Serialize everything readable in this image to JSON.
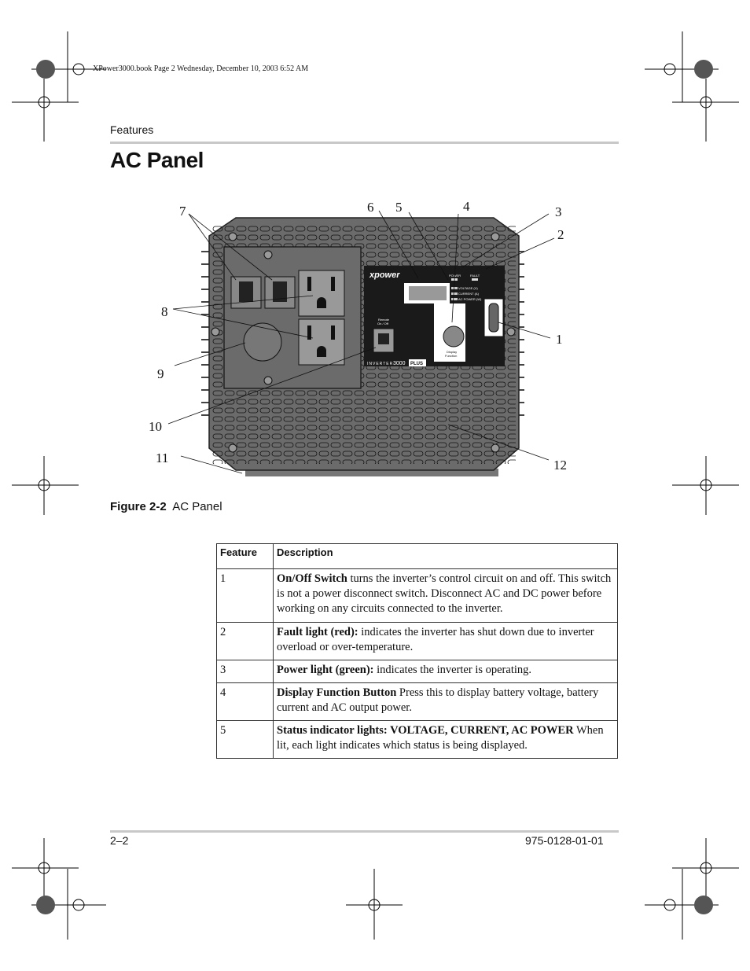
{
  "print_header": "XPower3000.book  Page 2  Wednesday, December 10, 2003  6:52 AM",
  "section_label": "Features",
  "page_title": "AC Panel",
  "figure": {
    "callouts": [
      "1",
      "2",
      "3",
      "4",
      "5",
      "6",
      "7",
      "8",
      "9",
      "10",
      "11",
      "12"
    ],
    "panel_text": {
      "brand": "xpower",
      "power": "POWER",
      "fault": "FAULT",
      "voltage": "VOLTAGE (V)",
      "current": "CURRENT (A)",
      "ac_power": "AC POWER (W)",
      "remote": "Remote",
      "on_off": "On / Off",
      "display": "Display",
      "function": "Function",
      "model": "INVERTER",
      "model_num": "3000",
      "plus": "PLUS"
    },
    "caption_label": "Figure 2-2",
    "caption_text": "AC Panel"
  },
  "table": {
    "headers": [
      "Feature",
      "Description"
    ],
    "rows": [
      {
        "num": "1",
        "bold": "On/Off Switch",
        "text": " turns the inverter’s control circuit on and off. This switch is not a power disconnect switch. Disconnect AC and DC power before working on any circuits connected to the inverter."
      },
      {
        "num": "2",
        "bold": "Fault light (red):",
        "text": " indicates the inverter has shut down due to inverter overload or over-temperature."
      },
      {
        "num": "3",
        "bold": "Power light (green):",
        "text": " indicates the inverter is operating."
      },
      {
        "num": "4",
        "bold": "Display Function Button",
        "text": " Press this to display battery voltage, battery current and AC output power."
      },
      {
        "num": "5",
        "bold": "Status indicator lights: VOLTAGE, CURRENT, AC POWER",
        "text": " When lit, each light indicates which status is being displayed."
      }
    ]
  },
  "footer": {
    "page": "2–2",
    "doc_number": "975-0128-01-01"
  }
}
